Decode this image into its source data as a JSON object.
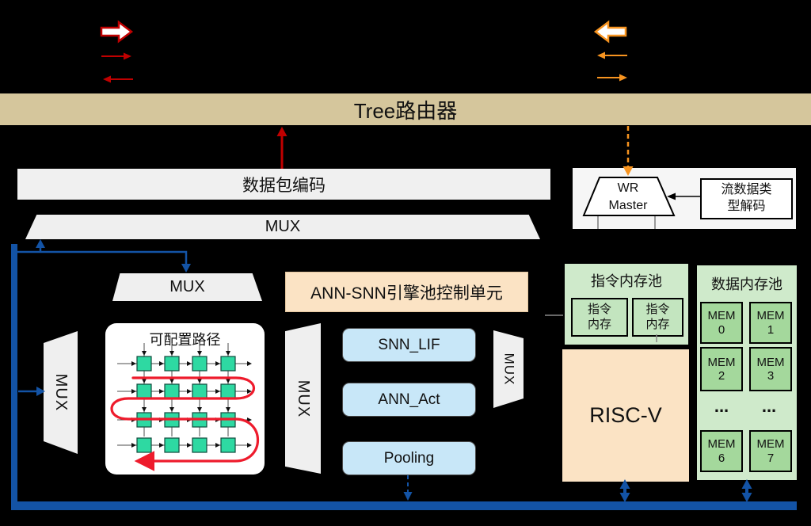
{
  "colors": {
    "accent_blue": "#1353a5",
    "legend_red": "#c00000",
    "path_red": "#ee1b2c",
    "legend_orange": "#f79420",
    "router_tan": "#d5c69c",
    "peach": "#fbe3c4",
    "engine_blue": "#c8e7f8",
    "pool_green": "#cfeacb",
    "mem_green": "#a4d89c",
    "grid_green": "#2ed9a2"
  },
  "tree_router": {
    "label": "Tree路由器"
  },
  "packet_encoder": {
    "label": "数据包编码"
  },
  "mux_label": "MUX",
  "wr_master": {
    "lines": [
      "WR",
      "Master"
    ]
  },
  "stream_decoder": {
    "lines": [
      "流数据类",
      "型解码"
    ]
  },
  "control_unit": {
    "label": "ANN-SNN引擎池控制单元"
  },
  "config_path": {
    "title": "可配置路径",
    "grid": {
      "rows": 4,
      "cols": 4
    }
  },
  "engine_pool": {
    "engines": [
      "SNN_LIF",
      "ANN_Act",
      "Pooling"
    ]
  },
  "instruction_pool": {
    "title": "指令内存池",
    "banks": [
      {
        "l1": "指令",
        "l2": "内存"
      },
      {
        "l1": "指令",
        "l2": "内存"
      }
    ]
  },
  "riscv": {
    "label": "RISC-V"
  },
  "data_pool": {
    "title": "数据内存池",
    "ellipsis": "...",
    "mems": [
      {
        "l1": "MEM",
        "l2": "0"
      },
      {
        "l1": "MEM",
        "l2": "1"
      },
      {
        "l1": "MEM",
        "l2": "2"
      },
      {
        "l1": "MEM",
        "l2": "3"
      },
      {
        "l1": "MEM",
        "l2": "6"
      },
      {
        "l1": "MEM",
        "l2": "7"
      }
    ]
  }
}
